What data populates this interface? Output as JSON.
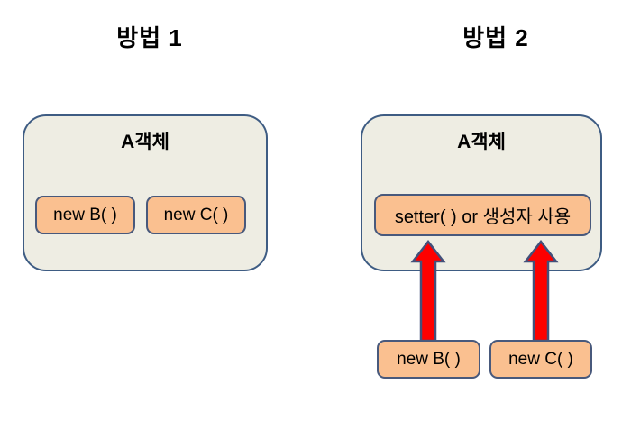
{
  "colors": {
    "background": "#ffffff",
    "container_fill": "#eeede3",
    "container_border": "#3e5c83",
    "box_fill": "#fac090",
    "box_border": "#48597c",
    "arrow_fill": "#fe0000",
    "arrow_border": "#43507a",
    "text": "#000000"
  },
  "method1": {
    "title": "방법 1",
    "container_label": "A객체",
    "boxes": [
      {
        "label": "new B( )"
      },
      {
        "label": "new C( )"
      }
    ]
  },
  "method2": {
    "title": "방법 2",
    "container_label": "A객체",
    "setter_label": "setter( ) or 생성자 사용",
    "source_boxes": [
      {
        "label": "new B( )"
      },
      {
        "label": "new C( )"
      }
    ]
  }
}
